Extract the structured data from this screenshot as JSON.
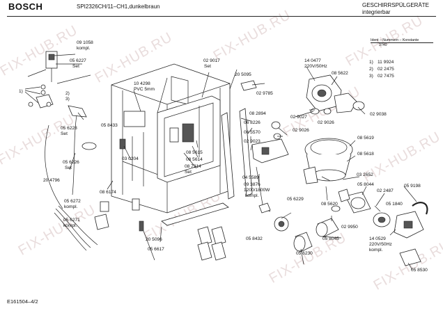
{
  "header": {
    "brand": "BOSCH",
    "model": "SPI2326CH/11–CH1,dunkelbraun",
    "category": "GESCHIRRSPÜLGERÄTE",
    "subcategory": "integrierbar",
    "ident_caption": "Ident – Nummern – Konstante",
    "ident_constant": "3740"
  },
  "variants": [
    {
      "key": "1)",
      "value": "11 9924"
    },
    {
      "key": "2)",
      "value": "02 2475"
    },
    {
      "key": "3)",
      "value": "02 7475"
    }
  ],
  "watermark": "FIX-HUB.RU",
  "footer": {
    "code": "E161504–4/2"
  },
  "parts": {
    "p091058": "09 1058",
    "kompl1": "kompl.",
    "p056227": "05 6227",
    "set1": "Set",
    "c1": "1)",
    "c2": "2)",
    "c3": "3)",
    "p104298": "10 4298",
    "pvc": "PVC 5mm",
    "p029017": "02 9017",
    "set2": "Set",
    "p205095": "20 5095",
    "p029785": "02 9785",
    "p140477": "14 0477",
    "v220a": "220V/50Hz",
    "p085622": "08 5622",
    "p029027": "02 9027",
    "p029026a": "02 9026",
    "p029038": "02 9038",
    "p056228": "05 6228",
    "set3": "Set",
    "p058433": "05 8433",
    "p082894": "08 2894",
    "p068226": "06 8226",
    "p065570": "06 5570",
    "p029023": "02 9023",
    "p029026b": "02 9026",
    "p085619": "08 5619",
    "p085618": "08 5618",
    "p085615": "08 5615",
    "p085614": "08 5614",
    "p087314": "08 7314",
    "set4": "Set",
    "p030204": "03 0204",
    "p056226": "05 6226",
    "set5": "Set",
    "p204796": "20 4796",
    "p086174": "08 6174",
    "p045589": "04 5589",
    "p093876": "09 3876",
    "watt": "1200/1800W",
    "kompl2": "kompl.",
    "p032652": "03 2652",
    "p056229": "05 6229",
    "p085620": "08 5620",
    "p058044": "05 8044",
    "p022487": "02 2487",
    "p059198": "05 9198",
    "p051840": "05 1840",
    "p056272": "05 6272",
    "kompl3": "kompl.",
    "p056271": "05 6271",
    "kompl4": "kompl.",
    "p205096": "20 5096",
    "p056617": "05 6617",
    "p058432": "05 8432",
    "p056230": "05 6230",
    "p058045": "05 8045",
    "p029950": "02 9950",
    "p140529": "14 0529",
    "v220b": "220V/50Hz",
    "kompl5": "kompl.",
    "p058530": "05 8530"
  }
}
